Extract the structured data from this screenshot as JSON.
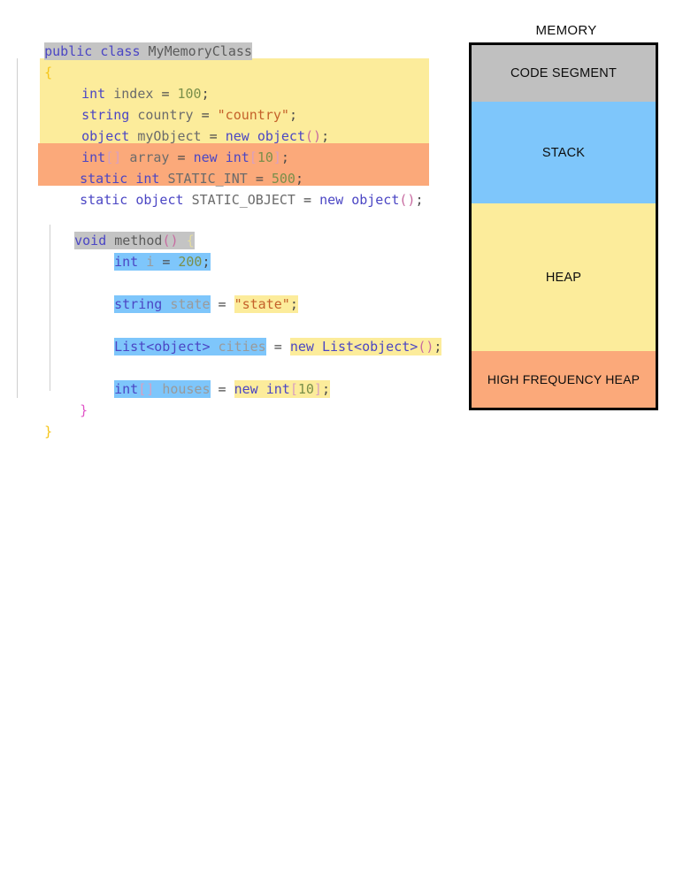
{
  "code": {
    "language": "csharp",
    "lines": [
      {
        "id": "class-decl",
        "indent": 0,
        "text": "public class MyMemoryClass",
        "highlight": "grey"
      },
      {
        "id": "class-open-brace",
        "indent": 0,
        "text": "{",
        "highlight": "none"
      },
      {
        "id": "field-int-index",
        "indent": 1,
        "text": "int index = 100;",
        "highlight": "yellow"
      },
      {
        "id": "field-string-country",
        "indent": 1,
        "text": "string country = \"country\";",
        "highlight": "yellow"
      },
      {
        "id": "field-object-myobject",
        "indent": 1,
        "text": "object myObject = new object();",
        "highlight": "yellow"
      },
      {
        "id": "field-array",
        "indent": 1,
        "text": "int[] array = new int[10];",
        "highlight": "yellow"
      },
      {
        "id": "field-static-int",
        "indent": 1,
        "text": "static int STATIC_INT = 500;",
        "highlight": "orange"
      },
      {
        "id": "field-static-object",
        "indent": 1,
        "text": "static object STATIC_OBJECT = new object();",
        "highlight": "orange"
      },
      {
        "id": "method-decl",
        "indent": 1,
        "text": "void method() {",
        "highlight": "grey"
      },
      {
        "id": "local-int-i",
        "indent": 2,
        "text": "int i = 200;",
        "highlight": "blue"
      },
      {
        "id": "local-string-state",
        "indent": 2,
        "text": "string state = \"state\";",
        "highlight": "blue+yellow"
      },
      {
        "id": "local-list-cities",
        "indent": 2,
        "text": "List<object> cities = new List<object>();",
        "highlight": "blue+yellow"
      },
      {
        "id": "local-array-houses",
        "indent": 2,
        "text": "int[] houses = new int[10];",
        "highlight": "blue+yellow"
      },
      {
        "id": "method-close-brace",
        "indent": 1,
        "text": "}",
        "highlight": "none"
      },
      {
        "id": "class-close-brace",
        "indent": 0,
        "text": "}",
        "highlight": "none"
      }
    ],
    "tokens": {
      "class_decl": {
        "keywords": "public class",
        "name": "MyMemoryClass"
      },
      "open_brace": "{",
      "close_brace": "}",
      "int_index": {
        "type": "int",
        "name": "index",
        "eq": "=",
        "value": "100",
        "semi": ";"
      },
      "string_country": {
        "type": "string",
        "name": "country",
        "eq": "=",
        "value": "\"country\"",
        "semi": ";"
      },
      "object_myobject": {
        "type": "object",
        "name": "myObject",
        "eq": "=",
        "new": "new",
        "ctor": "object",
        "parens": "()",
        "semi": ";"
      },
      "int_array": {
        "type": "int",
        "brackets": "[]",
        "name": "array",
        "eq": "=",
        "new": "new",
        "ctor": "int",
        "size": "10",
        "semi": ";"
      },
      "static_int": {
        "mod": "static",
        "type": "int",
        "name": "STATIC_INT",
        "eq": "=",
        "value": "500",
        "semi": ";"
      },
      "static_object": {
        "mod": "static",
        "type": "object",
        "name": "STATIC_OBJECT",
        "eq": "=",
        "new": "new",
        "ctor": "object",
        "parens": "()",
        "semi": ";"
      },
      "method_decl": {
        "ret": "void",
        "name": "method",
        "parens": "()",
        "brace": "{"
      },
      "local_i": {
        "type": "int",
        "name": "i",
        "eq": "=",
        "value": "200",
        "semi": ";"
      },
      "local_state": {
        "type": "string",
        "name": "state",
        "eq": "=",
        "value": "\"state\"",
        "semi": ";"
      },
      "local_cities": {
        "type": "List<object>",
        "name": "cities",
        "eq": "=",
        "new": "new",
        "ctor": "List<object>",
        "parens": "()",
        "semi": ";"
      },
      "local_houses": {
        "type": "int",
        "brackets": "[]",
        "name": "houses",
        "eq": "=",
        "new": "new",
        "ctor": "int",
        "size": "10",
        "semi": ";"
      }
    }
  },
  "memory": {
    "title": "MEMORY",
    "segments": [
      {
        "id": "code-segment",
        "label": "CODE SEGMENT",
        "color": "#c0c0c0"
      },
      {
        "id": "stack",
        "label": "STACK",
        "color": "#7ec6fb"
      },
      {
        "id": "heap",
        "label": "HEAP",
        "color": "#fcec9b"
      },
      {
        "id": "high-frequency-heap",
        "label": "HIGH FREQUENCY HEAP",
        "color": "#fba97a"
      }
    ]
  },
  "colors": {
    "code_segment": "#c0c0c0",
    "stack": "#7ec6fb",
    "heap": "#fcec9b",
    "high_frequency_heap": "#fba97a",
    "keyword": "#4b46c4",
    "string": "#c4612a",
    "number": "#7a8f4a",
    "identifier": "#9a9a9a",
    "border": "#000000"
  }
}
